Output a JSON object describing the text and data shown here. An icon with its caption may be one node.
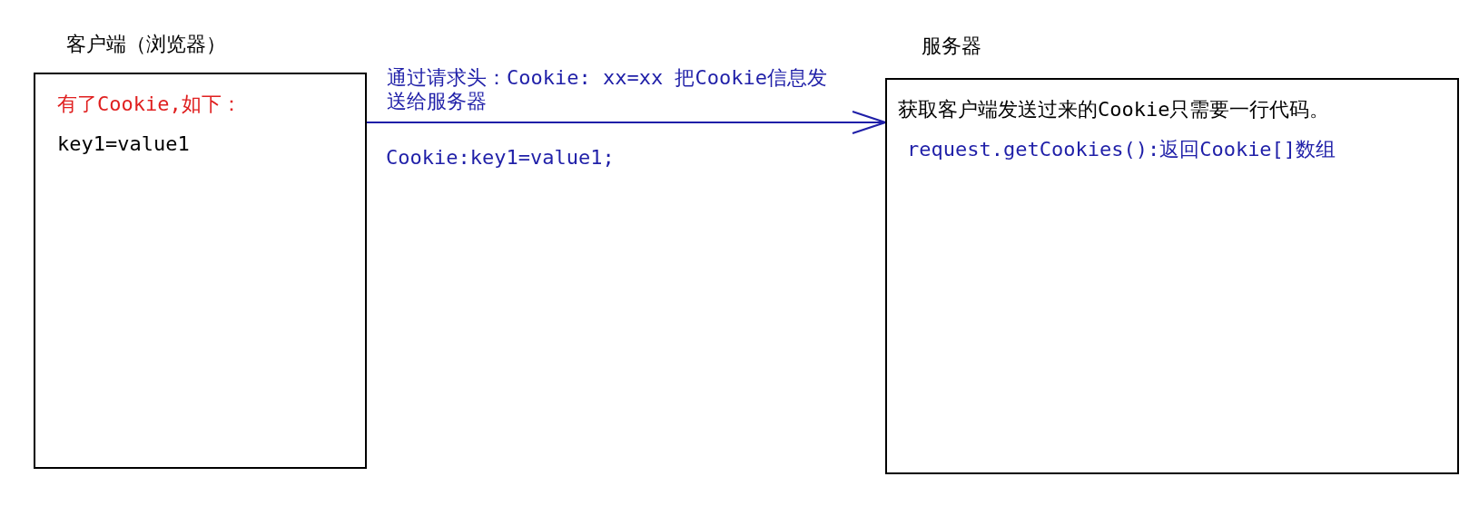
{
  "diagram": {
    "nodes": [
      {
        "text": [
          "客户端（浏览器）",
          "有了Cookie,如下：",
          "key1=value1"
        ]
      },
      {
        "text": [
          "服务器",
          "获取客户端发送过来的Cookie只需要一行代码。",
          "request.getCookies():返回Cookie[]数组"
        ]
      }
    ],
    "edges": [
      {
        "from": 0,
        "to": 1,
        "arrow": "to",
        "label": "通过请求头：Cookie: xx=xx 把Cookie信息发送给服务器",
        "color": "#1f1fa8"
      }
    ],
    "labels": [
      "Cookie:key1=value1;"
    ]
  }
}
